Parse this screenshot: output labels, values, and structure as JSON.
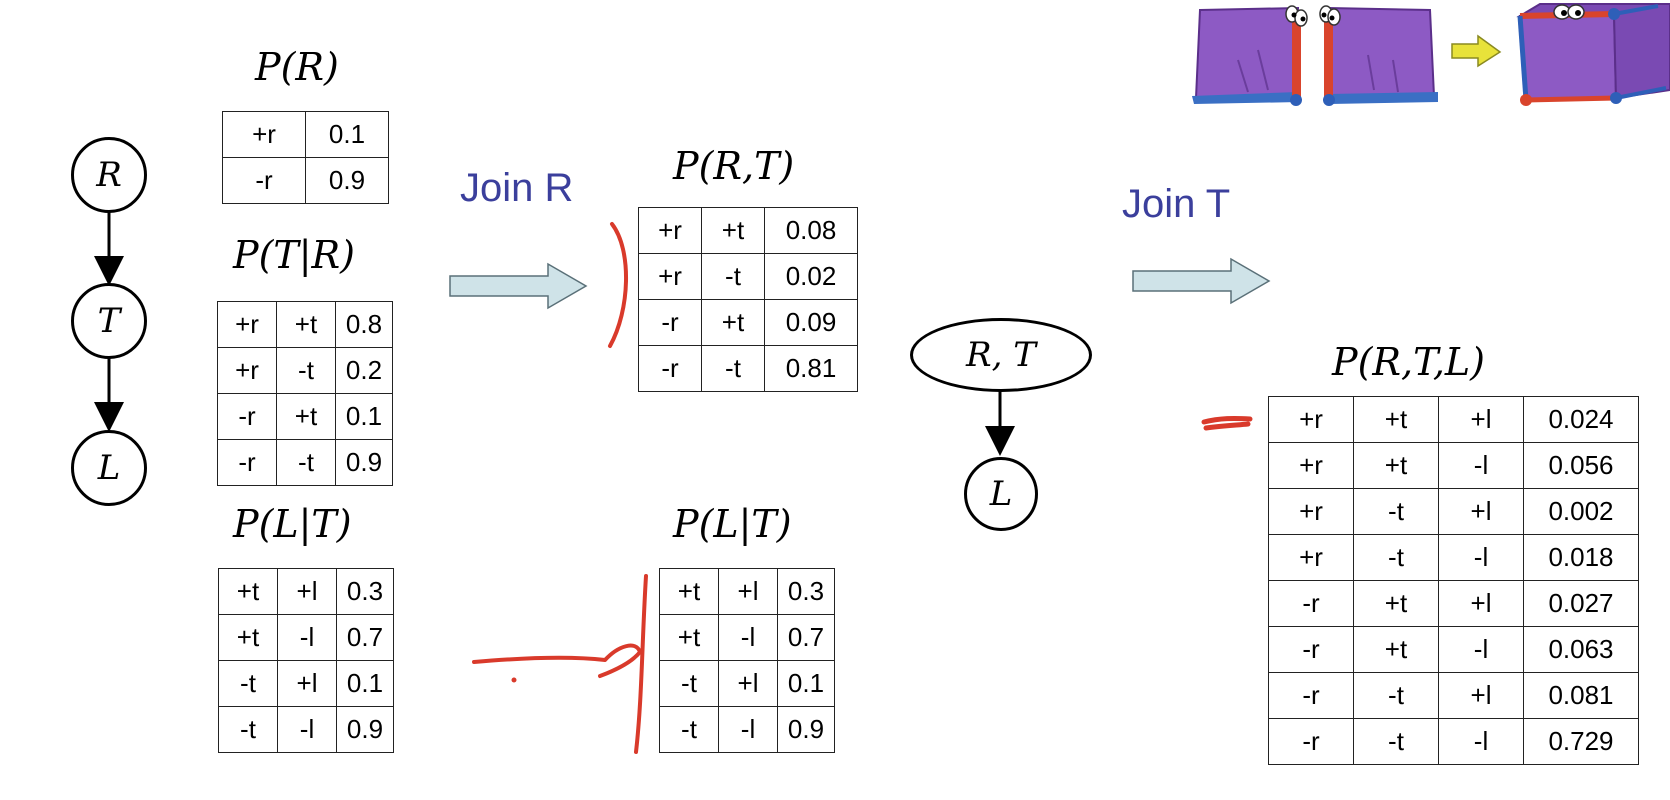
{
  "bayes_net": {
    "nodes": [
      "R",
      "T",
      "L"
    ]
  },
  "left_tables": {
    "p_r": {
      "title": "P(R)",
      "rows": [
        [
          "+r",
          "0.1"
        ],
        [
          "-r",
          "0.9"
        ]
      ]
    },
    "p_t_given_r": {
      "title": "P(T|R)",
      "rows": [
        [
          "+r",
          "+t",
          "0.8"
        ],
        [
          "+r",
          "-t",
          "0.2"
        ],
        [
          "-r",
          "+t",
          "0.1"
        ],
        [
          "-r",
          "-t",
          "0.9"
        ]
      ]
    },
    "p_l_given_t": {
      "title": "P(L|T)",
      "rows": [
        [
          "+t",
          "+l",
          "0.3"
        ],
        [
          "+t",
          "-l",
          "0.7"
        ],
        [
          "-t",
          "+l",
          "0.1"
        ],
        [
          "-t",
          "-l",
          "0.9"
        ]
      ]
    }
  },
  "join_r": {
    "label": "Join R"
  },
  "middle_tables": {
    "p_rt": {
      "title": "P(R,T)",
      "rows": [
        [
          "+r",
          "+t",
          "0.08"
        ],
        [
          "+r",
          "-t",
          "0.02"
        ],
        [
          "-r",
          "+t",
          "0.09"
        ],
        [
          "-r",
          "-t",
          "0.81"
        ]
      ]
    },
    "p_l_given_t": {
      "title": "P(L|T)",
      "rows": [
        [
          "+t",
          "+l",
          "0.3"
        ],
        [
          "+t",
          "-l",
          "0.7"
        ],
        [
          "-t",
          "+l",
          "0.1"
        ],
        [
          "-t",
          "-l",
          "0.9"
        ]
      ]
    }
  },
  "merged_net": {
    "top_node": "R, T",
    "bottom_node": "L"
  },
  "join_t": {
    "label": "Join T"
  },
  "right_table": {
    "p_rtl": {
      "title": "P(R,T,L)",
      "rows": [
        [
          "+r",
          "+t",
          "+l",
          "0.024"
        ],
        [
          "+r",
          "+t",
          "-l",
          "0.056"
        ],
        [
          "+r",
          "-t",
          "+l",
          "0.002"
        ],
        [
          "+r",
          "-t",
          "-l",
          "0.018"
        ],
        [
          "-r",
          "+t",
          "+l",
          "0.027"
        ],
        [
          "-r",
          "+t",
          "-l",
          "0.063"
        ],
        [
          "-r",
          "-t",
          "+l",
          "0.081"
        ],
        [
          "-r",
          "-t",
          "-l",
          "0.729"
        ]
      ]
    }
  },
  "colors": {
    "join_text": "#3b3f9c",
    "arrow_fill": "#cfe3e8",
    "annotation_red": "#d93a2b",
    "cube_purple": "#8d5ac4"
  },
  "decoration": {
    "illustration": "cartoon-purple-boxes-joining"
  }
}
